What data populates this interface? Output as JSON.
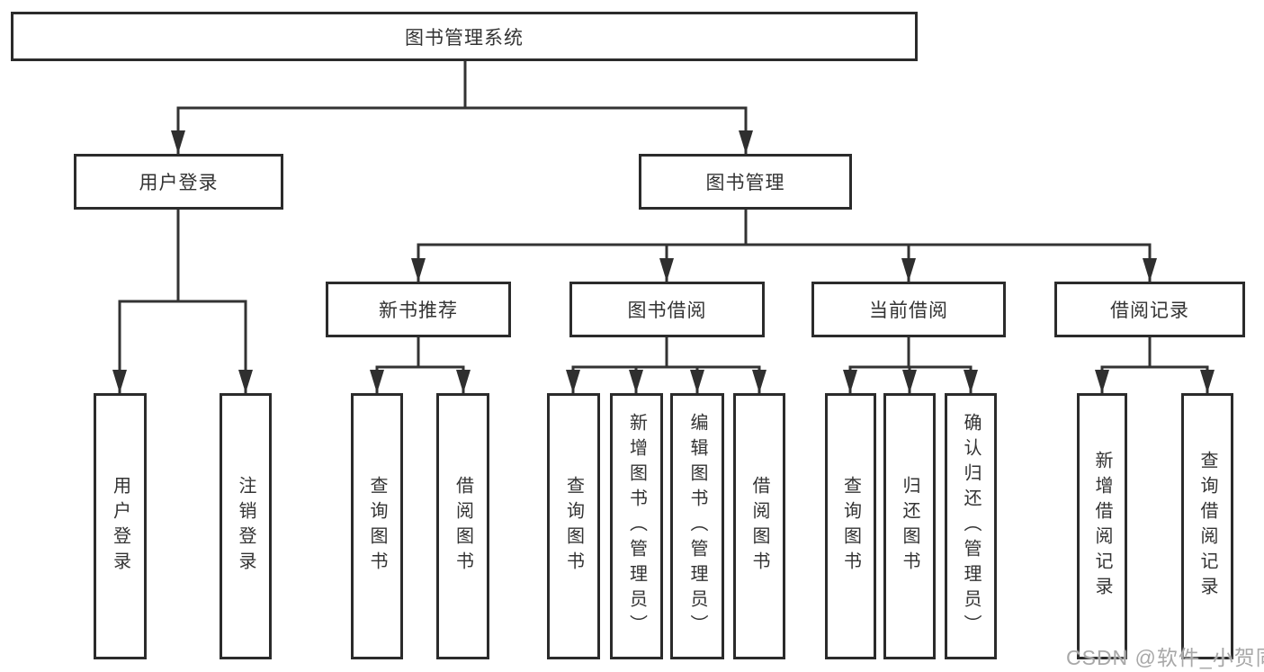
{
  "tree": {
    "root": {
      "label": "图书管理系统"
    },
    "children": [
      {
        "label": "用户登录",
        "children": [
          {
            "label": "用户登录"
          },
          {
            "label": "注销登录"
          }
        ]
      },
      {
        "label": "图书管理",
        "children": [
          {
            "label": "新书推荐",
            "children": [
              {
                "label": "查询图书"
              },
              {
                "label": "借阅图书"
              }
            ]
          },
          {
            "label": "图书借阅",
            "children": [
              {
                "label": "查询图书"
              },
              {
                "label": "新增图书（管理员）"
              },
              {
                "label": "编辑图书（管理员）"
              },
              {
                "label": "借阅图书"
              }
            ]
          },
          {
            "label": "当前借阅",
            "children": [
              {
                "label": "查询图书"
              },
              {
                "label": "归还图书"
              },
              {
                "label": "确认归还（管理员）"
              }
            ]
          },
          {
            "label": "借阅记录",
            "children": [
              {
                "label": "新增借阅记录"
              },
              {
                "label": "查询借阅记录"
              }
            ]
          }
        ]
      }
    ]
  },
  "watermark": {
    "text": "CSDN @软件_小贺同学"
  },
  "colors": {
    "line": "#333333",
    "box_border": "#2b2b2b",
    "text": "#333333",
    "watermark": "#a8a8a8",
    "background": "#ffffff"
  }
}
